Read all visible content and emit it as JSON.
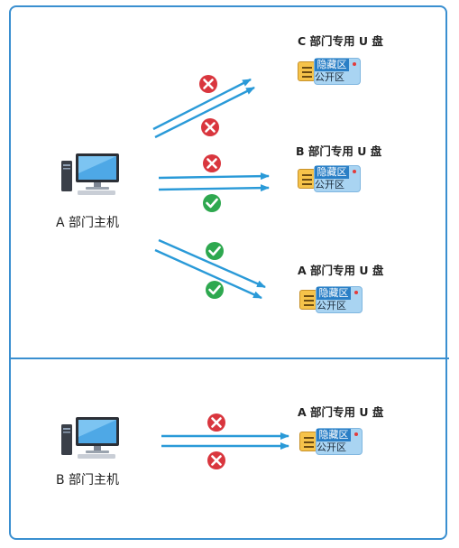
{
  "host_a": {
    "label": "A 部门主机",
    "icon": "desktop-computer-icon"
  },
  "host_b": {
    "label": "B 部门主机",
    "icon": "desktop-computer-icon"
  },
  "usb_c": {
    "title": "C 部门专用 U 盘",
    "hidden": "隐藏区",
    "public": "公开区"
  },
  "usb_b": {
    "title": "B 部门专用 U 盘",
    "hidden": "隐藏区",
    "public": "公开区"
  },
  "usb_a_top": {
    "title": "A 部门专用 U 盘",
    "hidden": "隐藏区",
    "public": "公开区"
  },
  "usb_a_bottom": {
    "title": "A 部门专用 U 盘",
    "hidden": "隐藏区",
    "public": "公开区"
  },
  "links": [
    {
      "from": "A 部门主机",
      "to": "C 部门专用 U 盘",
      "hidden": "deny",
      "public": "deny"
    },
    {
      "from": "A 部门主机",
      "to": "B 部门专用 U 盘",
      "hidden": "deny",
      "public": "allow"
    },
    {
      "from": "A 部门主机",
      "to": "A 部门专用 U 盘",
      "hidden": "allow",
      "public": "allow"
    },
    {
      "from": "B 部门主机",
      "to": "A 部门专用 U 盘",
      "hidden": "deny",
      "public": "deny"
    }
  ],
  "colors": {
    "frame": "#3a8fd0",
    "arrow": "#2a9ad8",
    "deny": "#d9363e",
    "allow": "#2ea84f"
  }
}
